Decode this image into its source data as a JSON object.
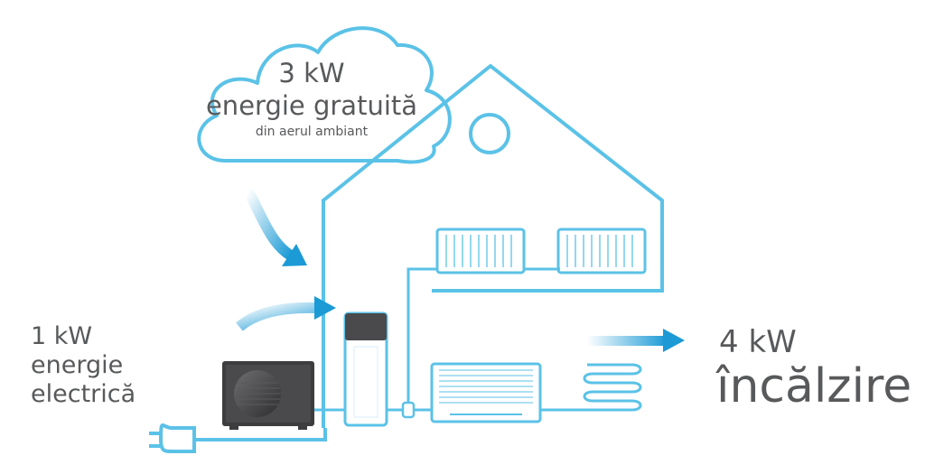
{
  "colors": {
    "line": "#5bc2e7",
    "arrow": "#1b9ad6",
    "text": "#58595b",
    "unit_dark": "#3d3d3f",
    "tank_top": "#4a4a4c"
  },
  "cloud": {
    "value": "3 kW",
    "title": "energie gratuită",
    "subtitle": "din aerul ambiant"
  },
  "electric": {
    "value": "1 kW",
    "line1": "energie",
    "line2": "electrică"
  },
  "output": {
    "value": "4 kW",
    "title": "încălzire"
  },
  "icons": [
    "cloud-icon",
    "house-icon",
    "outdoor-unit-icon",
    "plug-icon",
    "tank-icon",
    "radiator-icon",
    "fan-coil-icon",
    "underfloor-coil-icon",
    "arrow-icon"
  ]
}
